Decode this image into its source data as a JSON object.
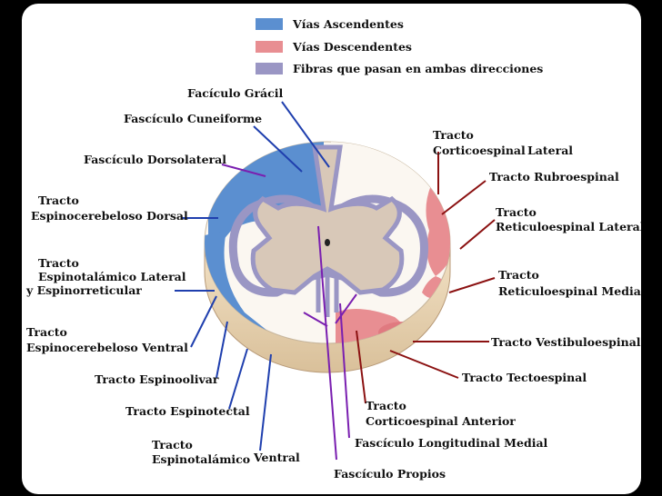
{
  "colors": {
    "ascending": "#5b8fd0",
    "descending": "#e88e92",
    "both": "#9a96c4",
    "white_matter": "#fbf7f1",
    "gray_matter": "#d8c8b8",
    "leader_ascending": "#1f3fae",
    "leader_descending": "#8b1111",
    "leader_both": "#7a1fb0"
  },
  "legend": [
    {
      "label": "Vías Ascendentes",
      "color_key": "ascending"
    },
    {
      "label": "Vías Descendentes",
      "color_key": "descending"
    },
    {
      "label": "Fibras que pasan en ambas direcciones",
      "color_key": "both"
    }
  ],
  "labels_left": {
    "fasciculo_gracil": "Facículo Grácil",
    "fasciculo_cuneiforme": "Fascículo Cuneiforme",
    "fasciculo_dorsolateral": "Fascículo Dorsolateral",
    "espinocerebeloso_dorsal": [
      "Tracto",
      "Espinocerebeloso Dorsal"
    ],
    "espinotalamico_lateral": [
      "Tracto",
      "Espinotalámico Lateral",
      "y Espinorreticular"
    ],
    "espinocerebeloso_ventral": [
      "Tracto",
      "Espinocerebeloso  Ventral"
    ],
    "espinoolivar": "Tracto Espinoolivar",
    "espinotectal": "Tracto Espinotectal",
    "espinotalamico_ventral": [
      "Tracto",
      "Espinotalámico",
      "Ventral"
    ]
  },
  "labels_right": {
    "corticoespinal_lateral": [
      "Tracto",
      "Corticoespinal",
      "Lateral"
    ],
    "rubroespinal": "Tracto Rubroespinal",
    "reticuloespinal_lateral": [
      "Tracto",
      "Reticuloespinal Lateral"
    ],
    "reticuloespinal_medial": [
      "Tracto",
      "Reticuloespinal Medial"
    ],
    "vestibuloespinal": "Tracto Vestibuloespinal",
    "tectoespinal": "Tracto Tectoespinal",
    "corticoespinal_anterior": [
      "Tracto",
      "Corticoespinal Anterior"
    ],
    "longitudinal_medial": "Fascículo Longitudinal Medial",
    "propios": "Fascículo Propios"
  }
}
